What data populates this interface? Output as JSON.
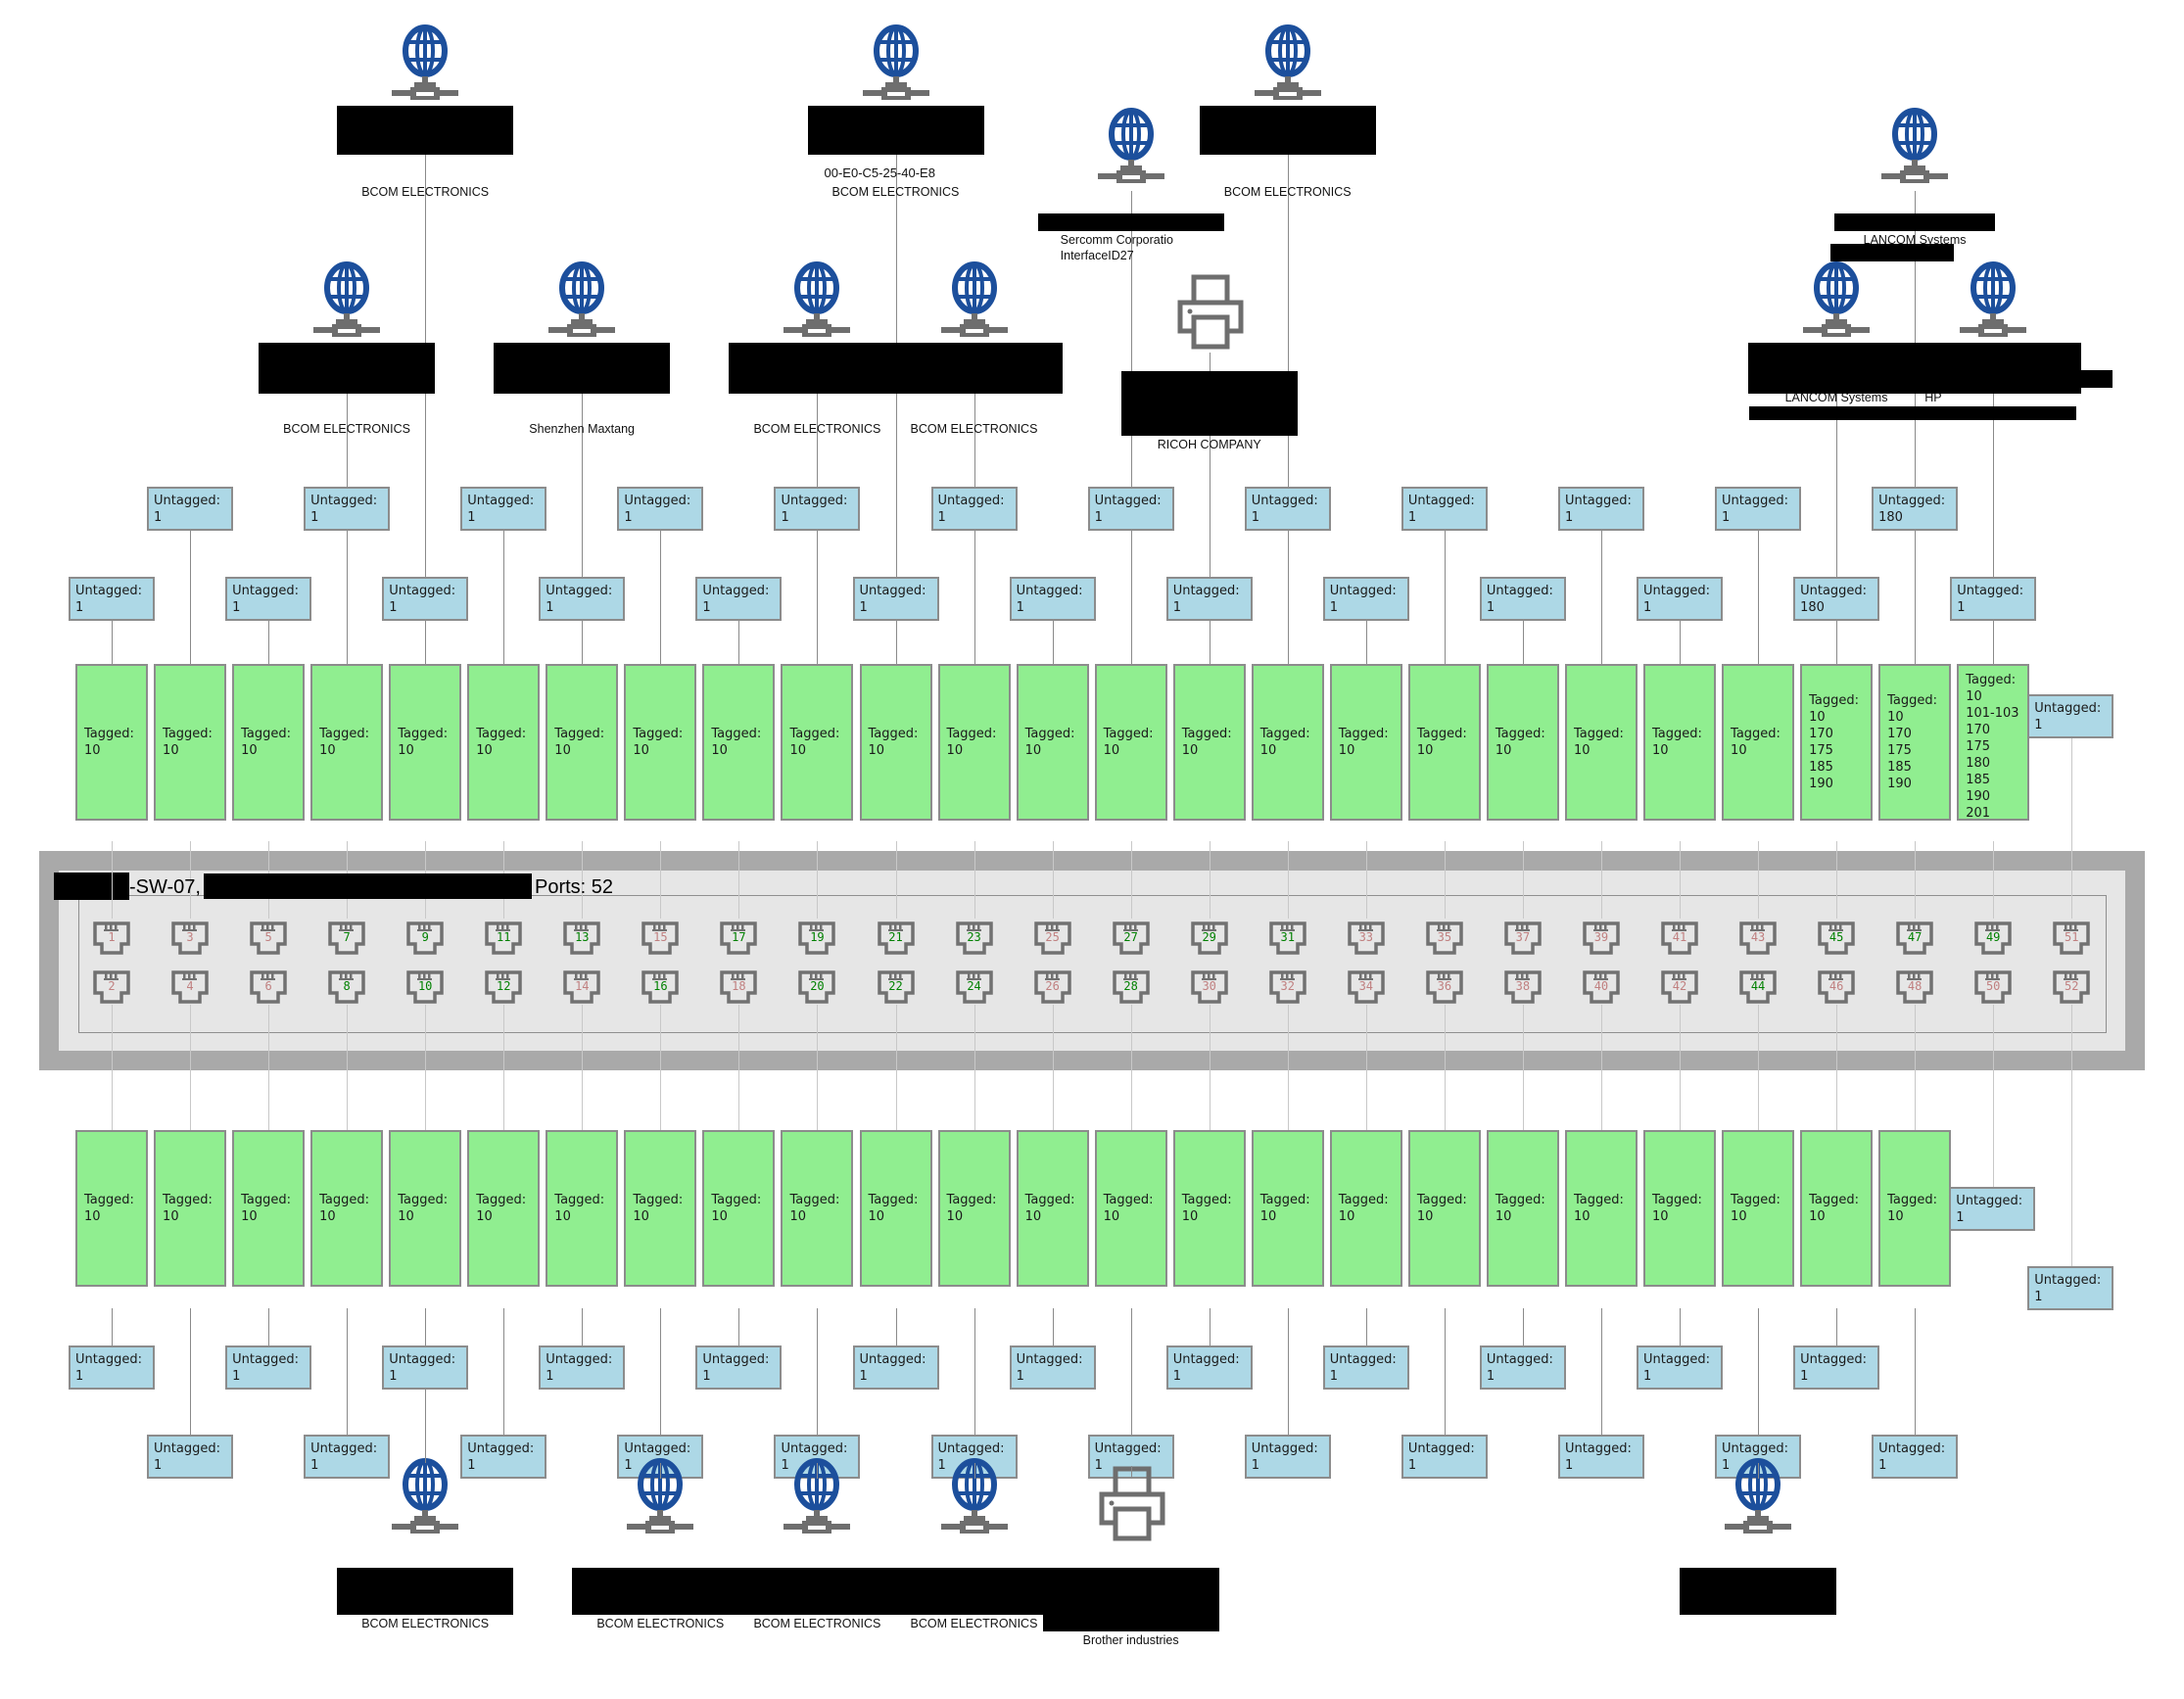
{
  "switch": {
    "name_suffix": "-SW-07,",
    "ports_label": "Ports: 52",
    "port_count": 52,
    "active_color": "#008000",
    "inactive_color": "#c08080",
    "active_ports": [
      7,
      8,
      9,
      10,
      11,
      12,
      13,
      16,
      17,
      19,
      20,
      21,
      22,
      23,
      24,
      27,
      28,
      29,
      31,
      44,
      45,
      47,
      49
    ]
  },
  "colors": {
    "tagged_fill": "#90ee90",
    "untagged_fill": "#add8e6",
    "globe_blue": "#1c4f9c",
    "icon_gray": "#6e6e6e"
  },
  "ports": [
    {
      "port": 1,
      "tagged": [
        "10"
      ],
      "untagged": "1"
    },
    {
      "port": 2,
      "tagged": [
        "10"
      ],
      "untagged": "1"
    },
    {
      "port": 3,
      "tagged": [
        "10"
      ],
      "untagged": "1"
    },
    {
      "port": 4,
      "tagged": [
        "10"
      ],
      "untagged": "1"
    },
    {
      "port": 5,
      "tagged": [
        "10"
      ],
      "untagged": "1"
    },
    {
      "port": 6,
      "tagged": [
        "10"
      ],
      "untagged": "1"
    },
    {
      "port": 7,
      "tagged": [
        "10"
      ],
      "untagged": "1"
    },
    {
      "port": 8,
      "tagged": [
        "10"
      ],
      "untagged": "1"
    },
    {
      "port": 9,
      "tagged": [
        "10"
      ],
      "untagged": "1"
    },
    {
      "port": 10,
      "tagged": [
        "10"
      ],
      "untagged": "1"
    },
    {
      "port": 11,
      "tagged": [
        "10"
      ],
      "untagged": "1"
    },
    {
      "port": 12,
      "tagged": [
        "10"
      ],
      "untagged": "1"
    },
    {
      "port": 13,
      "tagged": [
        "10"
      ],
      "untagged": "1"
    },
    {
      "port": 14,
      "tagged": [
        "10"
      ],
      "untagged": "1"
    },
    {
      "port": 15,
      "tagged": [
        "10"
      ],
      "untagged": "1"
    },
    {
      "port": 16,
      "tagged": [
        "10"
      ],
      "untagged": "1"
    },
    {
      "port": 17,
      "tagged": [
        "10"
      ],
      "untagged": "1"
    },
    {
      "port": 18,
      "tagged": [
        "10"
      ],
      "untagged": "1"
    },
    {
      "port": 19,
      "tagged": [
        "10"
      ],
      "untagged": "1"
    },
    {
      "port": 20,
      "tagged": [
        "10"
      ],
      "untagged": "1"
    },
    {
      "port": 21,
      "tagged": [
        "10"
      ],
      "untagged": "1"
    },
    {
      "port": 22,
      "tagged": [
        "10"
      ],
      "untagged": "1"
    },
    {
      "port": 23,
      "tagged": [
        "10"
      ],
      "untagged": "1"
    },
    {
      "port": 24,
      "tagged": [
        "10"
      ],
      "untagged": "1"
    },
    {
      "port": 25,
      "tagged": [
        "10"
      ],
      "untagged": "1"
    },
    {
      "port": 26,
      "tagged": [
        "10"
      ],
      "untagged": "1"
    },
    {
      "port": 27,
      "tagged": [
        "10"
      ],
      "untagged": "1"
    },
    {
      "port": 28,
      "tagged": [
        "10"
      ],
      "untagged": "1"
    },
    {
      "port": 29,
      "tagged": [
        "10"
      ],
      "untagged": "1"
    },
    {
      "port": 30,
      "tagged": [
        "10"
      ],
      "untagged": "1"
    },
    {
      "port": 31,
      "tagged": [
        "10"
      ],
      "untagged": "1"
    },
    {
      "port": 32,
      "tagged": [
        "10"
      ],
      "untagged": "1"
    },
    {
      "port": 33,
      "tagged": [
        "10"
      ],
      "untagged": "1"
    },
    {
      "port": 34,
      "tagged": [
        "10"
      ],
      "untagged": "1"
    },
    {
      "port": 35,
      "tagged": [
        "10"
      ],
      "untagged": "1"
    },
    {
      "port": 36,
      "tagged": [
        "10"
      ],
      "untagged": "1"
    },
    {
      "port": 37,
      "tagged": [
        "10"
      ],
      "untagged": "1"
    },
    {
      "port": 38,
      "tagged": [
        "10"
      ],
      "untagged": "1"
    },
    {
      "port": 39,
      "tagged": [
        "10"
      ],
      "untagged": "1"
    },
    {
      "port": 40,
      "tagged": [
        "10"
      ],
      "untagged": "1"
    },
    {
      "port": 41,
      "tagged": [
        "10"
      ],
      "untagged": "1"
    },
    {
      "port": 42,
      "tagged": [
        "10"
      ],
      "untagged": "1"
    },
    {
      "port": 43,
      "tagged": [
        "10"
      ],
      "untagged": "1"
    },
    {
      "port": 44,
      "tagged": [
        "10"
      ],
      "untagged": "1"
    },
    {
      "port": 45,
      "tagged": [
        "10",
        "170",
        "175",
        "185",
        "190"
      ],
      "untagged": "180"
    },
    {
      "port": 46,
      "tagged": [
        "10"
      ],
      "untagged": "1"
    },
    {
      "port": 47,
      "tagged": [
        "10",
        "170",
        "175",
        "185",
        "190"
      ],
      "untagged": "180"
    },
    {
      "port": 48,
      "tagged": [
        "10"
      ],
      "untagged": "1"
    },
    {
      "port": 49,
      "tagged": [
        "10",
        "101-103",
        "170",
        "175",
        "180",
        "185",
        "190",
        "201"
      ],
      "untagged": "1"
    },
    {
      "port": 50,
      "tagged": [],
      "untagged": "1"
    },
    {
      "port": 51,
      "tagged": [],
      "untagged": "1"
    },
    {
      "port": 52,
      "tagged": [],
      "untagged": "1"
    }
  ],
  "labels": {
    "tagged_prefix": "Tagged:",
    "untagged_prefix": "Untagged:"
  },
  "devices": [
    {
      "port": 9,
      "type": "network",
      "vendor": "BCOM ELECTRONICS",
      "tier": "top1"
    },
    {
      "port": 21,
      "type": "network",
      "vendor": "BCOM ELECTRONICS",
      "extra": "00-E0-C5-25-40-E8",
      "tier": "top1"
    },
    {
      "port": 31,
      "type": "network",
      "vendor": "BCOM ELECTRONICS",
      "tier": "top1"
    },
    {
      "port": 27,
      "type": "network",
      "vendor": "Sercomm Corporatio",
      "extra2": "InterfaceID27",
      "tier": "top1b"
    },
    {
      "port": 47,
      "type": "network",
      "vendor": "LANCOM Systems",
      "tier": "top1b"
    },
    {
      "port": 7,
      "type": "network",
      "vendor": "BCOM ELECTRONICS",
      "tier": "top2"
    },
    {
      "port": 13,
      "type": "network",
      "vendor": "Shenzhen Maxtang",
      "tier": "top2"
    },
    {
      "port": 19,
      "type": "network",
      "vendor": "BCOM ELECTRONICS",
      "tier": "top2"
    },
    {
      "port": 23,
      "type": "network",
      "vendor": "BCOM ELECTRONICS",
      "tier": "top2"
    },
    {
      "port": 29,
      "type": "printer",
      "vendor": "RICOH COMPANY",
      "tier": "top2"
    },
    {
      "port": 45,
      "type": "network",
      "vendor": "LANCOM Systems",
      "tier": "top2"
    },
    {
      "port": 49,
      "type": "network",
      "vendor": "HP",
      "tier": "top2"
    },
    {
      "port": 10,
      "type": "network",
      "vendor": "BCOM ELECTRONICS",
      "tier": "bottom"
    },
    {
      "port": 16,
      "type": "network",
      "vendor": "BCOM ELECTRONICS",
      "tier": "bottom"
    },
    {
      "port": 20,
      "type": "network",
      "vendor": "BCOM ELECTRONICS",
      "tier": "bottom"
    },
    {
      "port": 24,
      "type": "network",
      "vendor": "BCOM ELECTRONICS",
      "tier": "bottom"
    },
    {
      "port": 28,
      "type": "printer",
      "vendor": "Brother industries",
      "tier": "bottom"
    },
    {
      "port": 44,
      "type": "network",
      "vendor": "",
      "tier": "bottom"
    }
  ]
}
